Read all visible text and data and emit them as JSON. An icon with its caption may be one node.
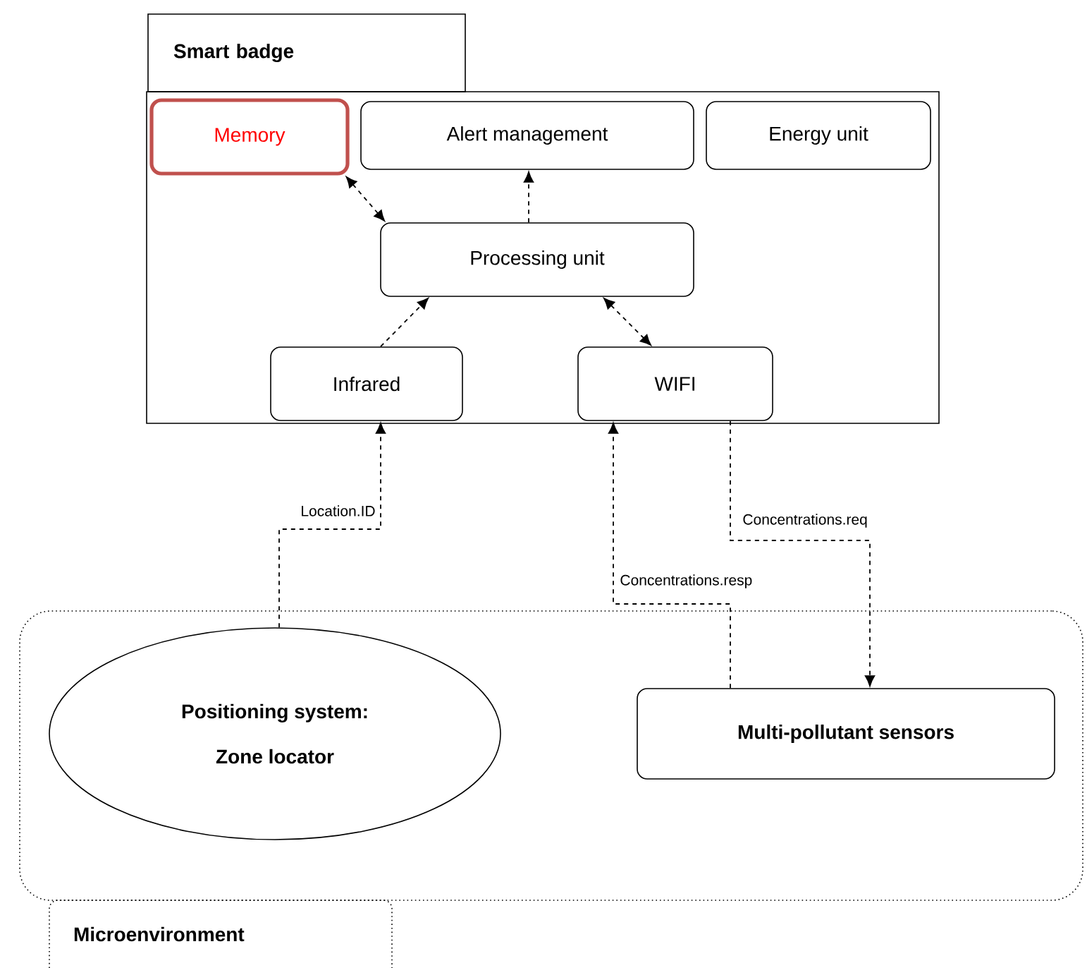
{
  "diagram": {
    "nodes": [
      {
        "text": [
          "Smart badge"
        ]
      },
      {
        "text": [],
        "shape": "box"
      },
      {
        "text": [
          "Memory"
        ],
        "in": 1
      },
      {
        "text": [
          "Alert management"
        ],
        "in": 1
      },
      {
        "text": [
          "Energy unit"
        ],
        "in": 1
      },
      {
        "text": [
          "Processing unit"
        ],
        "in": 1
      },
      {
        "text": [
          "Infrared"
        ],
        "in": 1
      },
      {
        "text": [
          "WIFI"
        ],
        "in": 1
      },
      {
        "text": [],
        "shape": "box"
      },
      {
        "text": [
          "Positioning system:",
          "Zone locator"
        ],
        "in": 8
      },
      {
        "text": [
          "Multi-pollutant sensors"
        ],
        "in": 8
      },
      {
        "text": [
          "Microenvironment"
        ]
      }
    ],
    "edges": [
      {
        "from": 5,
        "to": 2,
        "arrow": "both",
        "style": "dashed"
      },
      {
        "from": 5,
        "to": 3,
        "arrow": "to",
        "style": "dashed"
      },
      {
        "from": 6,
        "to": 5,
        "arrow": "to",
        "style": "dashed"
      },
      {
        "from": 5,
        "to": 7,
        "arrow": "both",
        "style": "dashed"
      },
      {
        "from": 9,
        "to": 6,
        "arrow": "to",
        "style": "dashed",
        "label": "Location.ID"
      },
      {
        "from": 10,
        "to": 7,
        "arrow": "to",
        "style": "dashed",
        "label": "Concentrations.resp"
      },
      {
        "from": 7,
        "to": 10,
        "arrow": "to",
        "style": "dashed",
        "label": "Concentrations.req"
      }
    ]
  }
}
